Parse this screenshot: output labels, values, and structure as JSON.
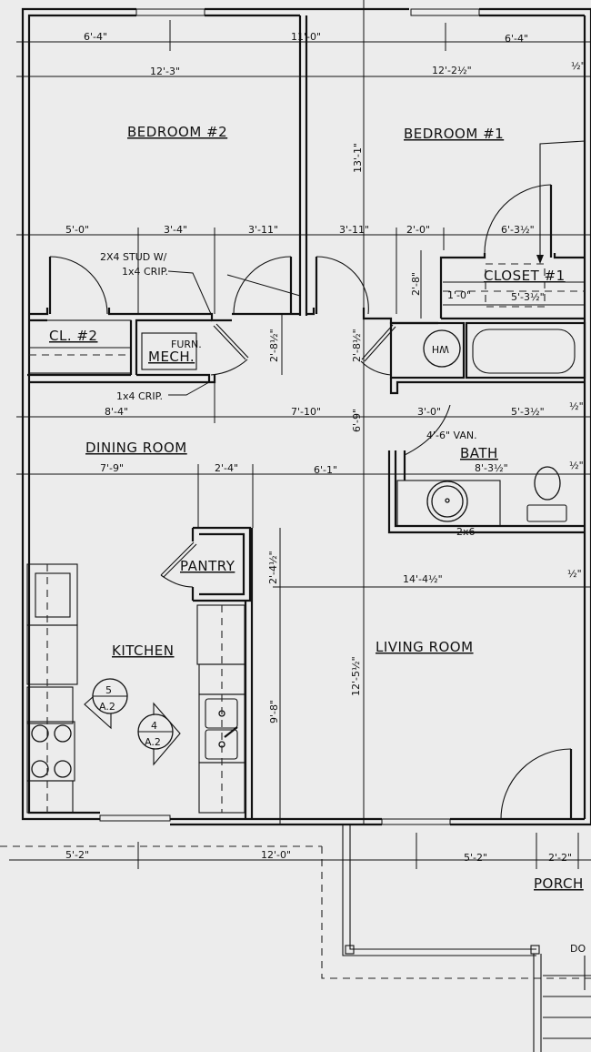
{
  "rooms": {
    "bedroom2": "BEDROOM #2",
    "bedroom1": "BEDROOM #1",
    "closet2": "CL. #2",
    "closet1": "CLOSET #1",
    "mech": "MECH.",
    "furn": "FURN.",
    "dining": "DINING ROOM",
    "bath": "BATH",
    "pantry": "PANTRY",
    "kitchen": "KITCHEN",
    "living": "LIVING ROOM",
    "porch": "PORCH"
  },
  "fixtures": {
    "water_heater": "WH",
    "vanity_note": "4'-6\" VAN.",
    "wall_note": "2x6",
    "stud_note_1": "2X4 STUD W/",
    "stud_note_2": "1x4 CRIP.",
    "crip_note": "1x4 CRIP.",
    "down_note": "DO"
  },
  "section_markers": [
    {
      "number": "5",
      "sheet": "A.2"
    },
    {
      "number": "4",
      "sheet": "A.2"
    }
  ],
  "dimensions": {
    "top_left_half": "6'-4\"",
    "top_mid": "11'-0\"",
    "top_right_half": "6'-4\"",
    "bed2_width": "12'-3\"",
    "bed1_width": "12'-2½\"",
    "half_in_1": "½\"",
    "bed_depth": "13'-1\"",
    "row2_a": "5'-0\"",
    "row2_b": "3'-4\"",
    "row2_c": "3'-11\"",
    "row2_d": "3'-11\"",
    "row2_e": "2'-0\"",
    "row2_f": "6'-3½\"",
    "closet_depth": "2'-8\"",
    "closet_a": "1'-0\"",
    "closet_b": "5'-3½\"",
    "mech_door": "2'-8½\"",
    "wh_door": "2'-8½\"",
    "dining_a": "8'-4\"",
    "dining_b": "7'-10\"",
    "dining_c": "3'-0\"",
    "dining_d": "5'-3½\"",
    "half_in_2": "½\"",
    "half_in_3": "½\"",
    "kitchen_a": "7'-9\"",
    "kitchen_b": "2'-4\"",
    "kitchen_c": "6'-1\"",
    "bath_width": "8'-3½\"",
    "hall_depth": "6'-9\"",
    "pantry_depth": "2'-4½\"",
    "living_width": "14'-4½\"",
    "half_in_4": "½\"",
    "living_depth": "12'-5½\"",
    "kitchen_depth": "9'-8\"",
    "bottom_a": "5'-2\"",
    "bottom_b": "12'-0\"",
    "bottom_c": "5'-2\"",
    "bottom_d": "2'-2\""
  }
}
